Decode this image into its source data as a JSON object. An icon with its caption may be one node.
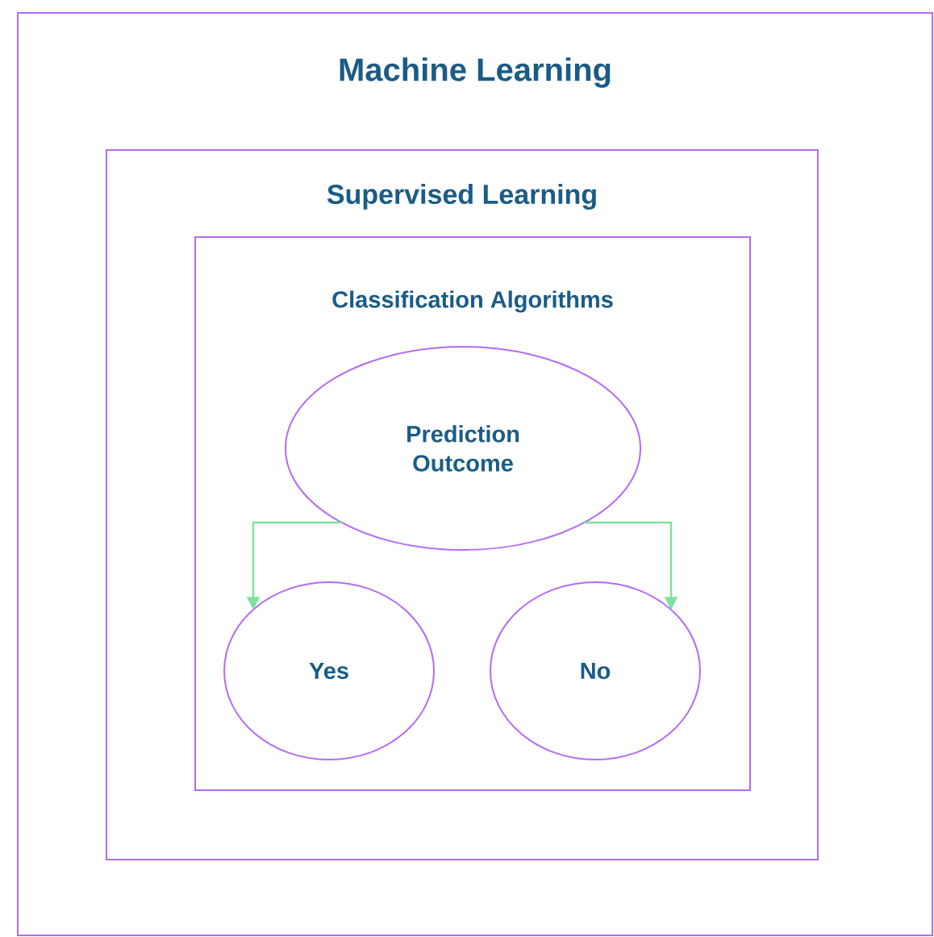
{
  "diagram": {
    "nodes": [
      {
        "text": [
          "Machine Learning"
        ]
      },
      {
        "text": [
          "Supervised Learning"
        ],
        "in": 0
      },
      {
        "text": [
          "Classification Algorithms"
        ],
        "in": 1
      },
      {
        "text": [
          "Prediction Outcome"
        ],
        "in": 2
      },
      {
        "text": [
          "Yes"
        ],
        "in": 2
      },
      {
        "text": [
          "No"
        ],
        "in": 2
      }
    ],
    "edges": [
      {
        "from": 3,
        "to": 4,
        "arrow": "to"
      },
      {
        "from": 3,
        "to": 5,
        "arrow": "to"
      }
    ]
  }
}
